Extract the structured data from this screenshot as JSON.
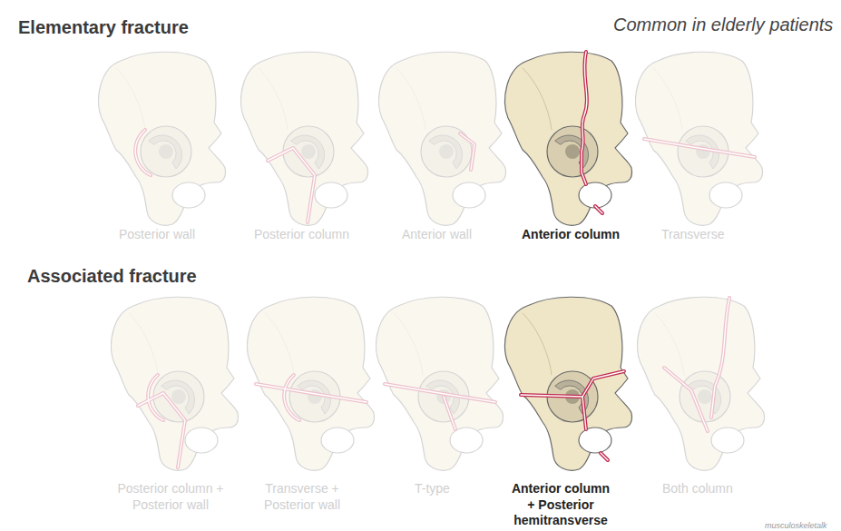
{
  "diagram": {
    "labels": [
      "Elementary fracture",
      "Common in elderly patients",
      "Posterior wall",
      "Posterior column",
      "Anterior wall",
      "Anterior column",
      "Transverse",
      "Associated fracture",
      "Posterior column + Posterior wall",
      "Transverse + Posterior wall",
      "T-type",
      "Anterior column + Posterior hemitransverse",
      "Both column",
      "musculoskeletalk"
    ]
  }
}
